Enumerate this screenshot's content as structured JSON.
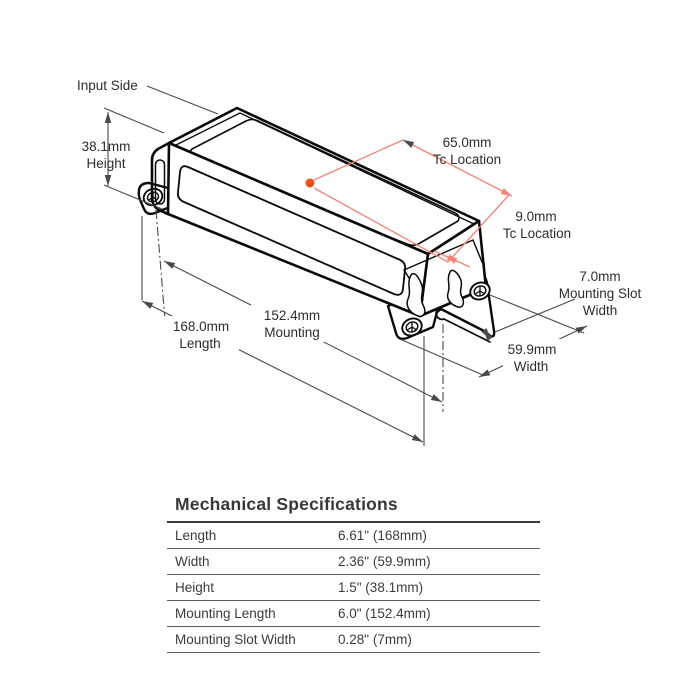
{
  "diagram": {
    "labels": {
      "input_side": "Input Side",
      "height": {
        "value": "38.1mm",
        "caption": "Height"
      },
      "tc65": {
        "value": "65.0mm",
        "caption": "Tc Location"
      },
      "tc9": {
        "value": "9.0mm",
        "caption": "Tc Location"
      },
      "slot": {
        "value": "7.0mm",
        "caption": "Mounting Slot",
        "caption2": "Width"
      },
      "width": {
        "value": "59.9mm",
        "caption": "Width"
      },
      "mounting": {
        "value": "152.4mm",
        "caption": "Mounting"
      },
      "length": {
        "value": "168.0mm",
        "caption": "Length"
      }
    },
    "colors": {
      "outline": "#0a0a0a",
      "dimension_line": "#4a4a4a",
      "red_dimension": "#f2837b",
      "tc_dot": "#e8511d"
    }
  },
  "table": {
    "title": "Mechanical Specifications",
    "rows": [
      {
        "label": "Length",
        "value": "6.61\" (168mm)"
      },
      {
        "label": "Width",
        "value": "2.36\" (59.9mm)"
      },
      {
        "label": "Height",
        "value": "1.5\" (38.1mm)"
      },
      {
        "label": "Mounting Length",
        "value": "6.0\" (152.4mm)"
      },
      {
        "label": "Mounting Slot Width",
        "value": "0.28\" (7mm)"
      }
    ]
  }
}
